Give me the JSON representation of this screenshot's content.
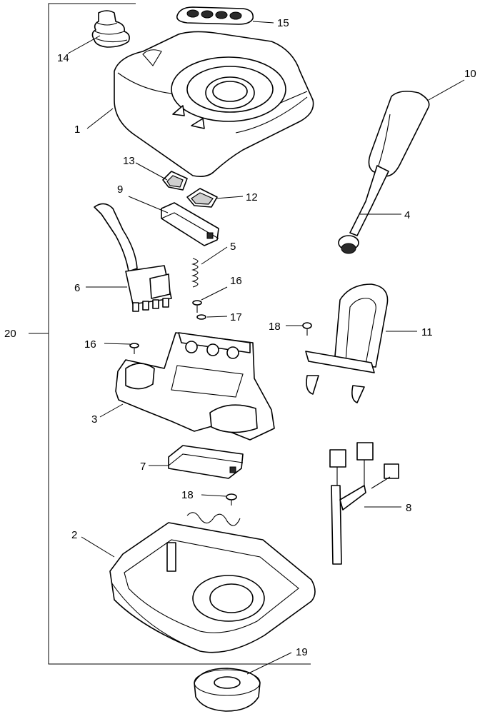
{
  "diagram": {
    "assembly_label": "20",
    "parts": [
      {
        "id": "p1",
        "label": "1"
      },
      {
        "id": "p2",
        "label": "2"
      },
      {
        "id": "p3",
        "label": "3"
      },
      {
        "id": "p4",
        "label": "4"
      },
      {
        "id": "p5",
        "label": "5"
      },
      {
        "id": "p6",
        "label": "6"
      },
      {
        "id": "p7",
        "label": "7"
      },
      {
        "id": "p8",
        "label": "8"
      },
      {
        "id": "p9",
        "label": "9"
      },
      {
        "id": "p10",
        "label": "10"
      },
      {
        "id": "p11",
        "label": "11"
      },
      {
        "id": "p12",
        "label": "12"
      },
      {
        "id": "p13",
        "label": "13"
      },
      {
        "id": "p14",
        "label": "14"
      },
      {
        "id": "p15",
        "label": "15"
      },
      {
        "id": "p16a",
        "label": "16"
      },
      {
        "id": "p16b",
        "label": "16"
      },
      {
        "id": "p17",
        "label": "17"
      },
      {
        "id": "p18a",
        "label": "18"
      },
      {
        "id": "p18b",
        "label": "18"
      },
      {
        "id": "p19",
        "label": "19"
      }
    ]
  }
}
